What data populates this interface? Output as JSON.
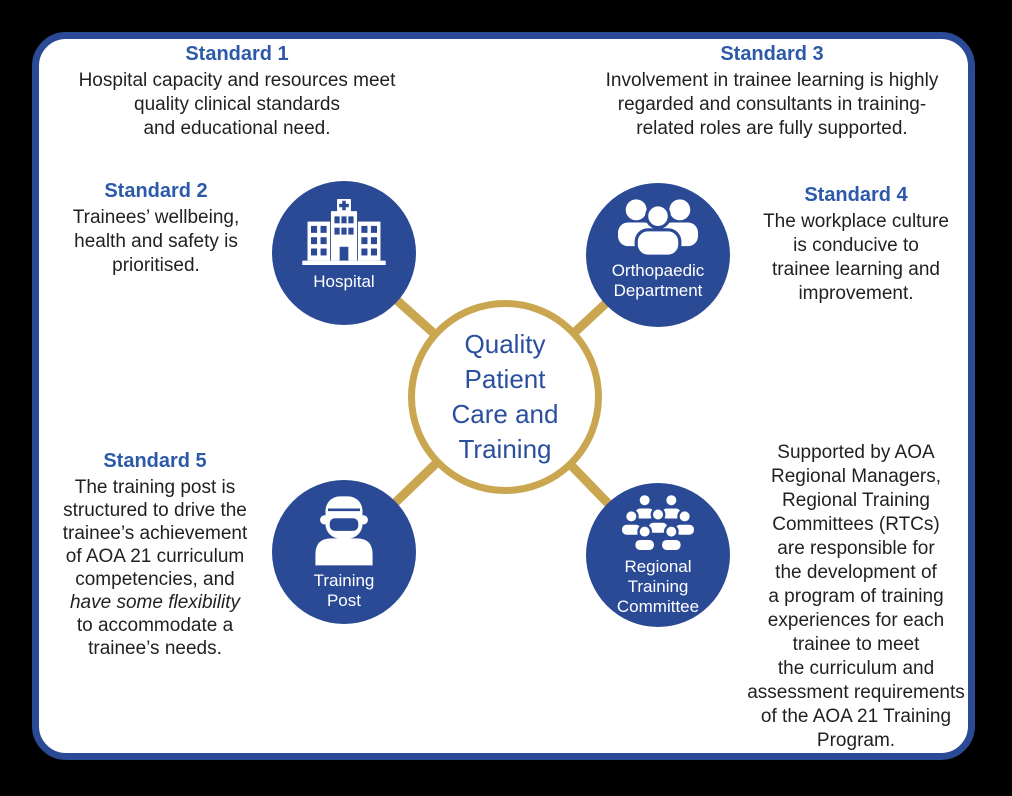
{
  "colors": {
    "blue": "#2a4a96",
    "gold": "#c9a64f",
    "heading-blue": "#2d5aa8",
    "center-blue": "#2a4f9f",
    "text": "#231f20",
    "panel-bg": "#ffffff",
    "page-bg": "#000000"
  },
  "center": {
    "lines": [
      "Quality",
      "Patient",
      "Care and",
      "Training"
    ]
  },
  "nodes": {
    "hospital": {
      "icon": "hospital-building-icon",
      "label_lines": [
        "Hospital"
      ]
    },
    "orthopaedic": {
      "icon": "three-people-icon",
      "label_lines": [
        "Orthopaedic",
        "Department"
      ]
    },
    "training_post": {
      "icon": "masked-clinician-icon",
      "label_lines": [
        "Training",
        "Post"
      ]
    },
    "committee": {
      "icon": "people-group-icon",
      "label_lines": [
        "Regional",
        "Training",
        "Committee"
      ]
    }
  },
  "standards": [
    {
      "title": "Standard 1",
      "lines": [
        "Hospital capacity and resources meet",
        "quality clinical standards",
        "and educational need."
      ]
    },
    {
      "title": "Standard 2",
      "lines": [
        "Trainees’ wellbeing,",
        "health and safety is",
        "prioritised."
      ]
    },
    {
      "title": "Standard 3",
      "lines": [
        "Involvement in trainee learning is highly",
        "regarded and consultants in training-",
        "related roles are fully supported."
      ]
    },
    {
      "title": "Standard 4",
      "lines": [
        "The workplace culture",
        "is conducive to",
        "trainee learning and",
        "improvement."
      ]
    },
    {
      "title": "Standard 5",
      "lines": [
        "The training post is",
        "structured to drive the",
        "trainee’s achievement",
        "of AOA 21 curriculum",
        "competencies, and",
        {
          "t": "have some flexibility",
          "i": true
        },
        "to accommodate a",
        "trainee’s needs."
      ]
    }
  ],
  "support_note": {
    "lines": [
      "Supported by AOA",
      "Regional Managers,",
      "Regional Training",
      "Committees (RTCs)",
      "are responsible for",
      "the development of",
      "a program of training",
      "experiences for each",
      "trainee to meet",
      "the curriculum and",
      "assessment requirements",
      "of the AOA 21 Training",
      "Program."
    ]
  }
}
